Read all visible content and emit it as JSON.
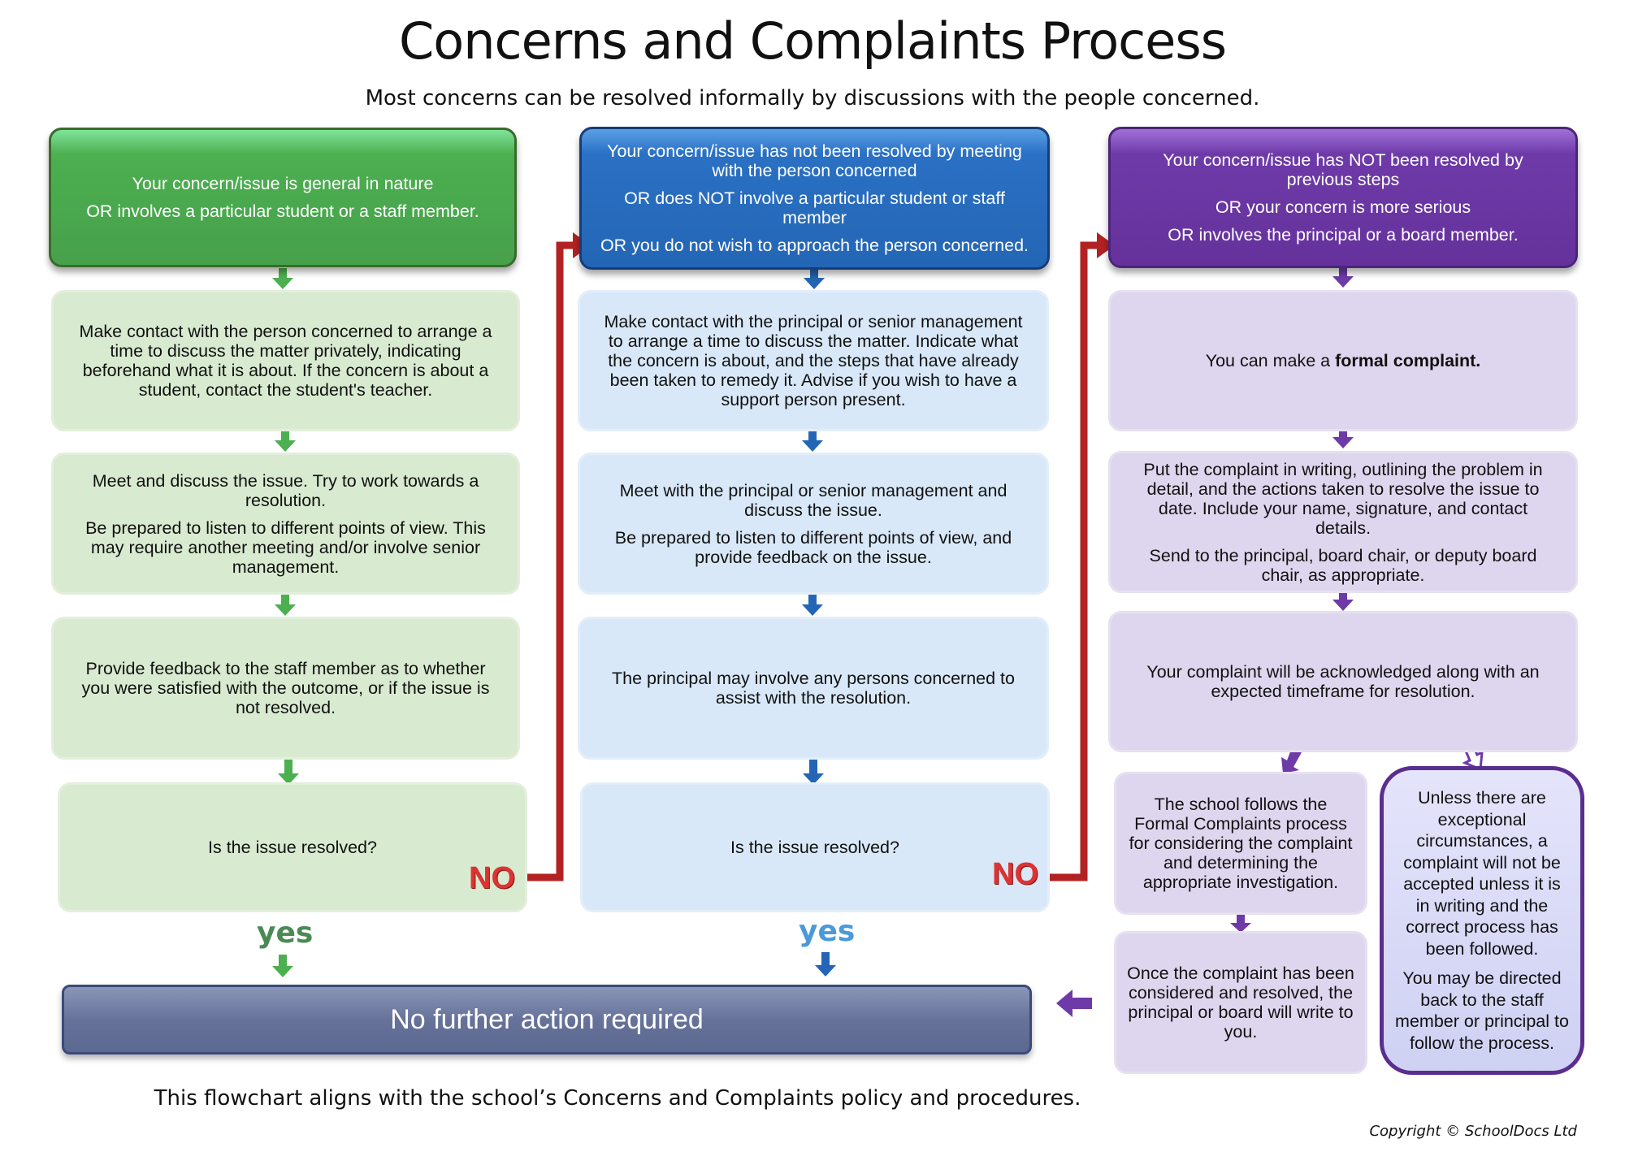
{
  "title": "Concerns and Complaints Process",
  "subtitle": "Most concerns can be resolved informally by discussions with the people concerned.",
  "colors": {
    "green": "#4caf50",
    "blue": "#2a70c4",
    "purple": "#6e3aa8",
    "red": "#b22222",
    "slate": "#66729a"
  },
  "col1": {
    "header": [
      "Your concern/issue is general in nature",
      "OR involves a particular student or a staff member."
    ],
    "step1": "Make contact with the person concerned to arrange a time to discuss the matter privately, indicating beforehand what it is about. If the concern is about a student, contact the student's teacher.",
    "step2": [
      "Meet and discuss the issue. Try to work towards a resolution.",
      "Be prepared to listen to different points of view. This may require another meeting and/or involve senior management."
    ],
    "step3": "Provide feedback to the staff member as to whether you were satisfied with the outcome, or if the issue is not resolved.",
    "question": "Is the issue resolved?",
    "no": "NO",
    "yes": "yes"
  },
  "col2": {
    "header": [
      "Your concern/issue has not been resolved by meeting with the person concerned",
      "OR does NOT involve a particular student or staff member",
      "OR you do not wish to approach the person concerned."
    ],
    "step1": "Make contact with the principal or senior management to arrange a time to discuss the matter. Indicate what the concern is about, and the steps that have already been taken to remedy it. Advise if you wish to have a support person present.",
    "step2": [
      "Meet with the principal or senior management and discuss the issue.",
      "Be prepared to listen to different points of view, and provide feedback on the issue."
    ],
    "step3": "The principal may involve any persons concerned to assist with the resolution.",
    "question": "Is the issue resolved?",
    "no": "NO",
    "yes": "yes"
  },
  "col3": {
    "header": [
      "Your concern/issue has NOT been resolved by previous steps",
      "OR your concern is more serious",
      "OR involves the principal or a board member."
    ],
    "step1_pre": "You can make a ",
    "step1_bold": "formal complaint.",
    "step2": [
      "Put the complaint in writing, outlining the problem in detail, and the actions taken to resolve the issue to date. Include your name, signature, and contact details.",
      "Send to the principal, board chair, or deputy board chair, as appropriate."
    ],
    "step3": "Your complaint will be acknowledged along with an expected timeframe for resolution.",
    "step4": "The school follows the Formal Complaints process for considering the complaint and determining the appropriate investigation.",
    "step5": "Once the complaint has been considered and resolved, the principal or board will write to you.",
    "note": [
      "Unless there are exceptional circumstances, a complaint will not be accepted unless it is in writing and the correct process has been followed.",
      "You may be directed back to the staff member or principal to follow the process."
    ]
  },
  "outcome": "No further action required",
  "footer": "This flowchart aligns with the school’s Concerns and Complaints policy and procedures.",
  "copyright": "Copyright © SchoolDocs Ltd"
}
